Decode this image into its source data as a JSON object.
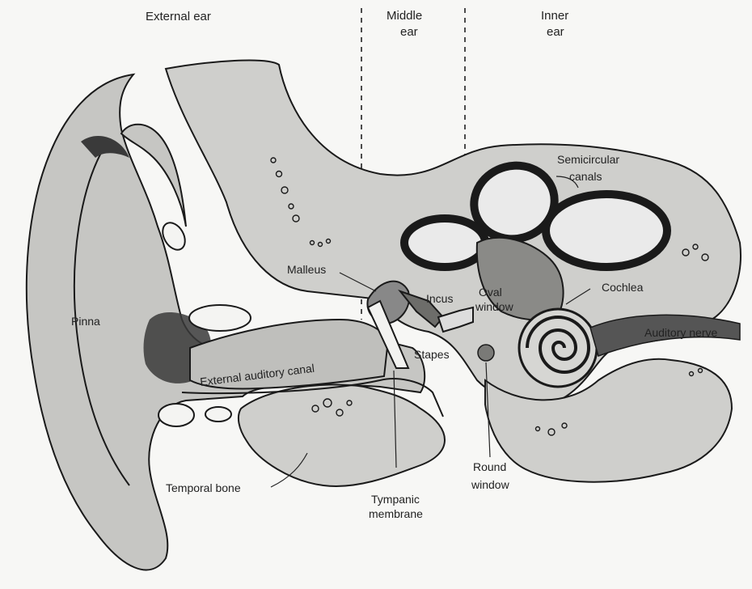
{
  "headers": {
    "external": "External ear",
    "middle_1": "Middle",
    "middle_2": "ear",
    "inner_1": "Inner",
    "inner_2": "ear"
  },
  "labels": {
    "pinna": "Pinna",
    "malleus": "Malleus",
    "incus": "Incus",
    "oval_window_1": "Oval",
    "oval_window_2": "window",
    "stapes": "Stapes",
    "semicircular_1": "Semicircular",
    "semicircular_2": "canals",
    "cochlea": "Cochlea",
    "auditory_nerve": "Auditory nerve",
    "canal": "External auditory canal",
    "temporal_bone": "Temporal bone",
    "tympanic_1": "Tympanic",
    "tympanic_2": "membrane",
    "round_1": "Round",
    "round_2": "window"
  }
}
